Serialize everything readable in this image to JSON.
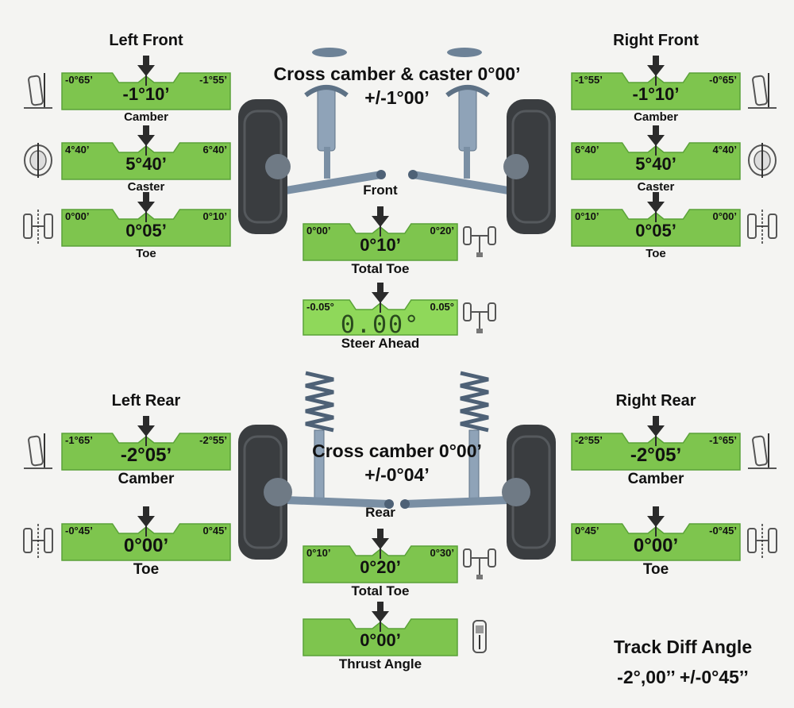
{
  "colors": {
    "green": "#7ec54e",
    "green_dark": "#5aa238",
    "steer_green": "#8fd85a",
    "arrow": "#2b2b2b",
    "background": "#f4f4f2",
    "suspension": "#8fa3b8",
    "tire": "#3a3d40"
  },
  "headlines": {
    "front_cross": "Cross camber & caster 0°00’",
    "front_cross_tol": "+/-1°00’",
    "rear_cross": "Cross camber 0°00’",
    "rear_cross_tol": "+/-0°04’",
    "track_diff": "Track Diff Angle",
    "track_diff_value": "-2°,00’’ +/-0°45’’"
  },
  "gauges": {
    "lf_camber": {
      "title": "Left Front",
      "min": "-0°65’",
      "max": "-1°55’",
      "value": "-1°10’",
      "label": "Camber",
      "icon": "camber-wheel-icon"
    },
    "lf_caster": {
      "min": "4°40’",
      "max": "6°40’",
      "value": "5°40’",
      "label": "Caster",
      "icon": "caster-wheel-icon"
    },
    "lf_toe": {
      "min": "0°00’",
      "max": "0°10’",
      "value": "0°05’",
      "label": "Toe",
      "icon": "toe-wheel-icon"
    },
    "rf_camber": {
      "title": "Right Front",
      "min": "-1°55’",
      "max": "-0°65’",
      "value": "-1°10’",
      "label": "Camber",
      "icon": "camber-wheel-icon"
    },
    "rf_caster": {
      "min": "6°40’",
      "max": "4°40’",
      "value": "5°40’",
      "label": "Caster",
      "icon": "caster-wheel-icon"
    },
    "rf_toe": {
      "min": "0°10’",
      "max": "0°00’",
      "value": "0°05’",
      "label": "Toe",
      "icon": "toe-wheel-icon"
    },
    "front_total_toe": {
      "title": "Front",
      "min": "0°00’",
      "max": "0°20’",
      "value": "0°10’",
      "label": "Total Toe",
      "icon": "axle-toe-icon"
    },
    "steer_ahead": {
      "min": "-0.05°",
      "max": "0.05°",
      "value": "0.00°",
      "label": "Steer Ahead",
      "icon": "steer-axle-icon"
    },
    "lr_camber": {
      "title": "Left Rear",
      "min": "-1°65’",
      "max": "-2°55’",
      "value": "-2°05’",
      "label": "Camber",
      "icon": "camber-wheel-icon"
    },
    "lr_toe": {
      "min": "-0°45’",
      "max": "0°45’",
      "value": "0°00’",
      "label": "Toe",
      "icon": "toe-wheel-icon"
    },
    "rr_camber": {
      "title": "Right Rear",
      "min": "-2°55’",
      "max": "-1°65’",
      "value": "-2°05’",
      "label": "Camber",
      "icon": "camber-wheel-icon"
    },
    "rr_toe": {
      "min": "0°45’",
      "max": "-0°45’",
      "value": "0°00’",
      "label": "Toe",
      "icon": "toe-wheel-icon"
    },
    "rear_total_toe": {
      "title": "Rear",
      "min": "0°10’",
      "max": "0°30’",
      "value": "0°20’",
      "label": "Total Toe",
      "icon": "axle-toe-icon"
    },
    "thrust_angle": {
      "value": "0°00’",
      "label": "Thrust Angle",
      "icon": "thrust-icon"
    }
  }
}
